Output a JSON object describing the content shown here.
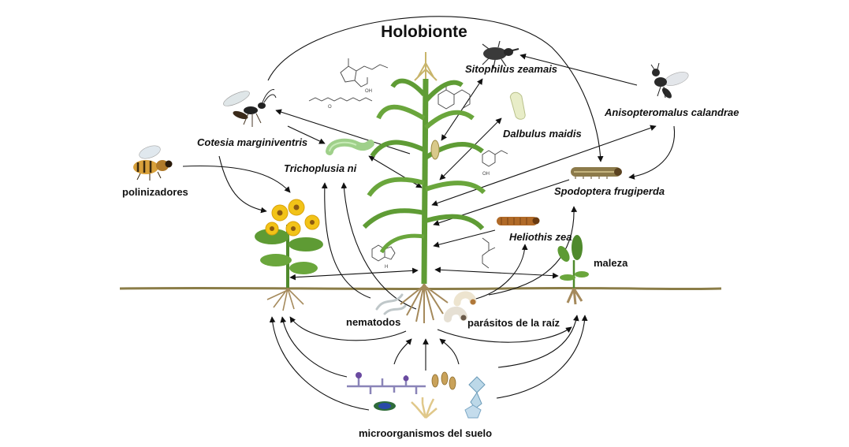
{
  "title": "Holobionte",
  "labels": {
    "cotesia": "Cotesia marginiventris",
    "trichoplusia": "Trichoplusia ni",
    "sitophilus": "Sitophilus  zeamais",
    "dalbulus": "Dalbulus maidis",
    "anisopteromalus": "Anisopteromalus  calandrae",
    "spodoptera": "Spodoptera frugiperda",
    "heliothis": "Heliothis zea",
    "polinizadores": "polinizadores",
    "maleza": "maleza",
    "nematodos": "nematodos",
    "parasitos": "parásitos de la raíz",
    "microorganismos": "microorganismos del suelo"
  },
  "icons": [
    "wasp-icon",
    "bee-icon",
    "sunflower-icon",
    "maize-plant-icon",
    "weevil-icon",
    "leafhopper-icon",
    "small-wasp-icon",
    "green-caterpillar-icon",
    "spodoptera-caterpillar-icon",
    "heliothis-caterpillar-icon",
    "weed-icon",
    "nematode-icon",
    "grub-icon",
    "soil-microbes-icon",
    "molecule-icon"
  ],
  "colors": {
    "ground": "#8b7d48",
    "maize": "#5f9c35",
    "sunflower": "#f2c318",
    "arrows": "#111111"
  }
}
